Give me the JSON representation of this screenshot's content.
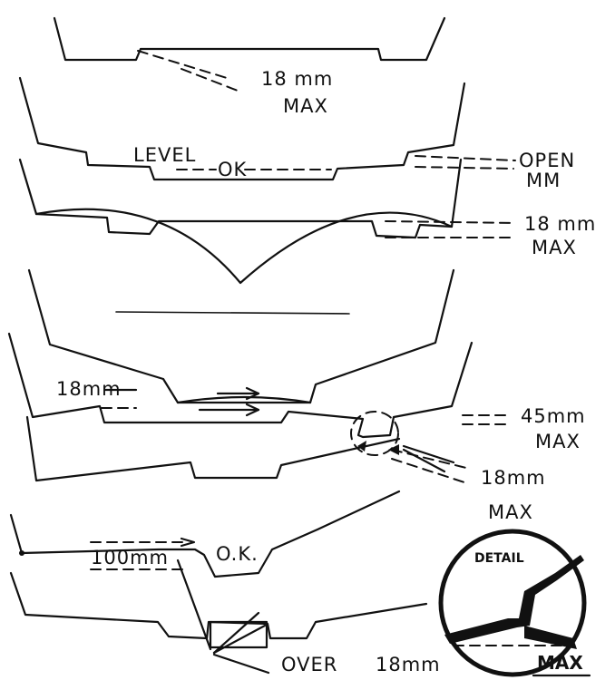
{
  "labels": {
    "max_18mm_1": "18 mm",
    "max_18mm_1_sub": "MAX",
    "level": "LEVEL",
    "ok_1": "OK",
    "open": "OPEN",
    "open_sub": "MM",
    "max_18mm_2": "18 mm",
    "max_18mm_2_sub": "MAX",
    "left_18mm": "18mm",
    "max_45mm": "45mm",
    "max_45mm_sub": "MAX",
    "max_18mm_3": "18mm",
    "max_18mm_3_sub": "MAX",
    "ok_100mm": "100mm",
    "ok_2": "O.K.",
    "over": "OVER",
    "over_18mm": "18mm",
    "detail": "DETAIL",
    "detail_max": "MAX"
  }
}
